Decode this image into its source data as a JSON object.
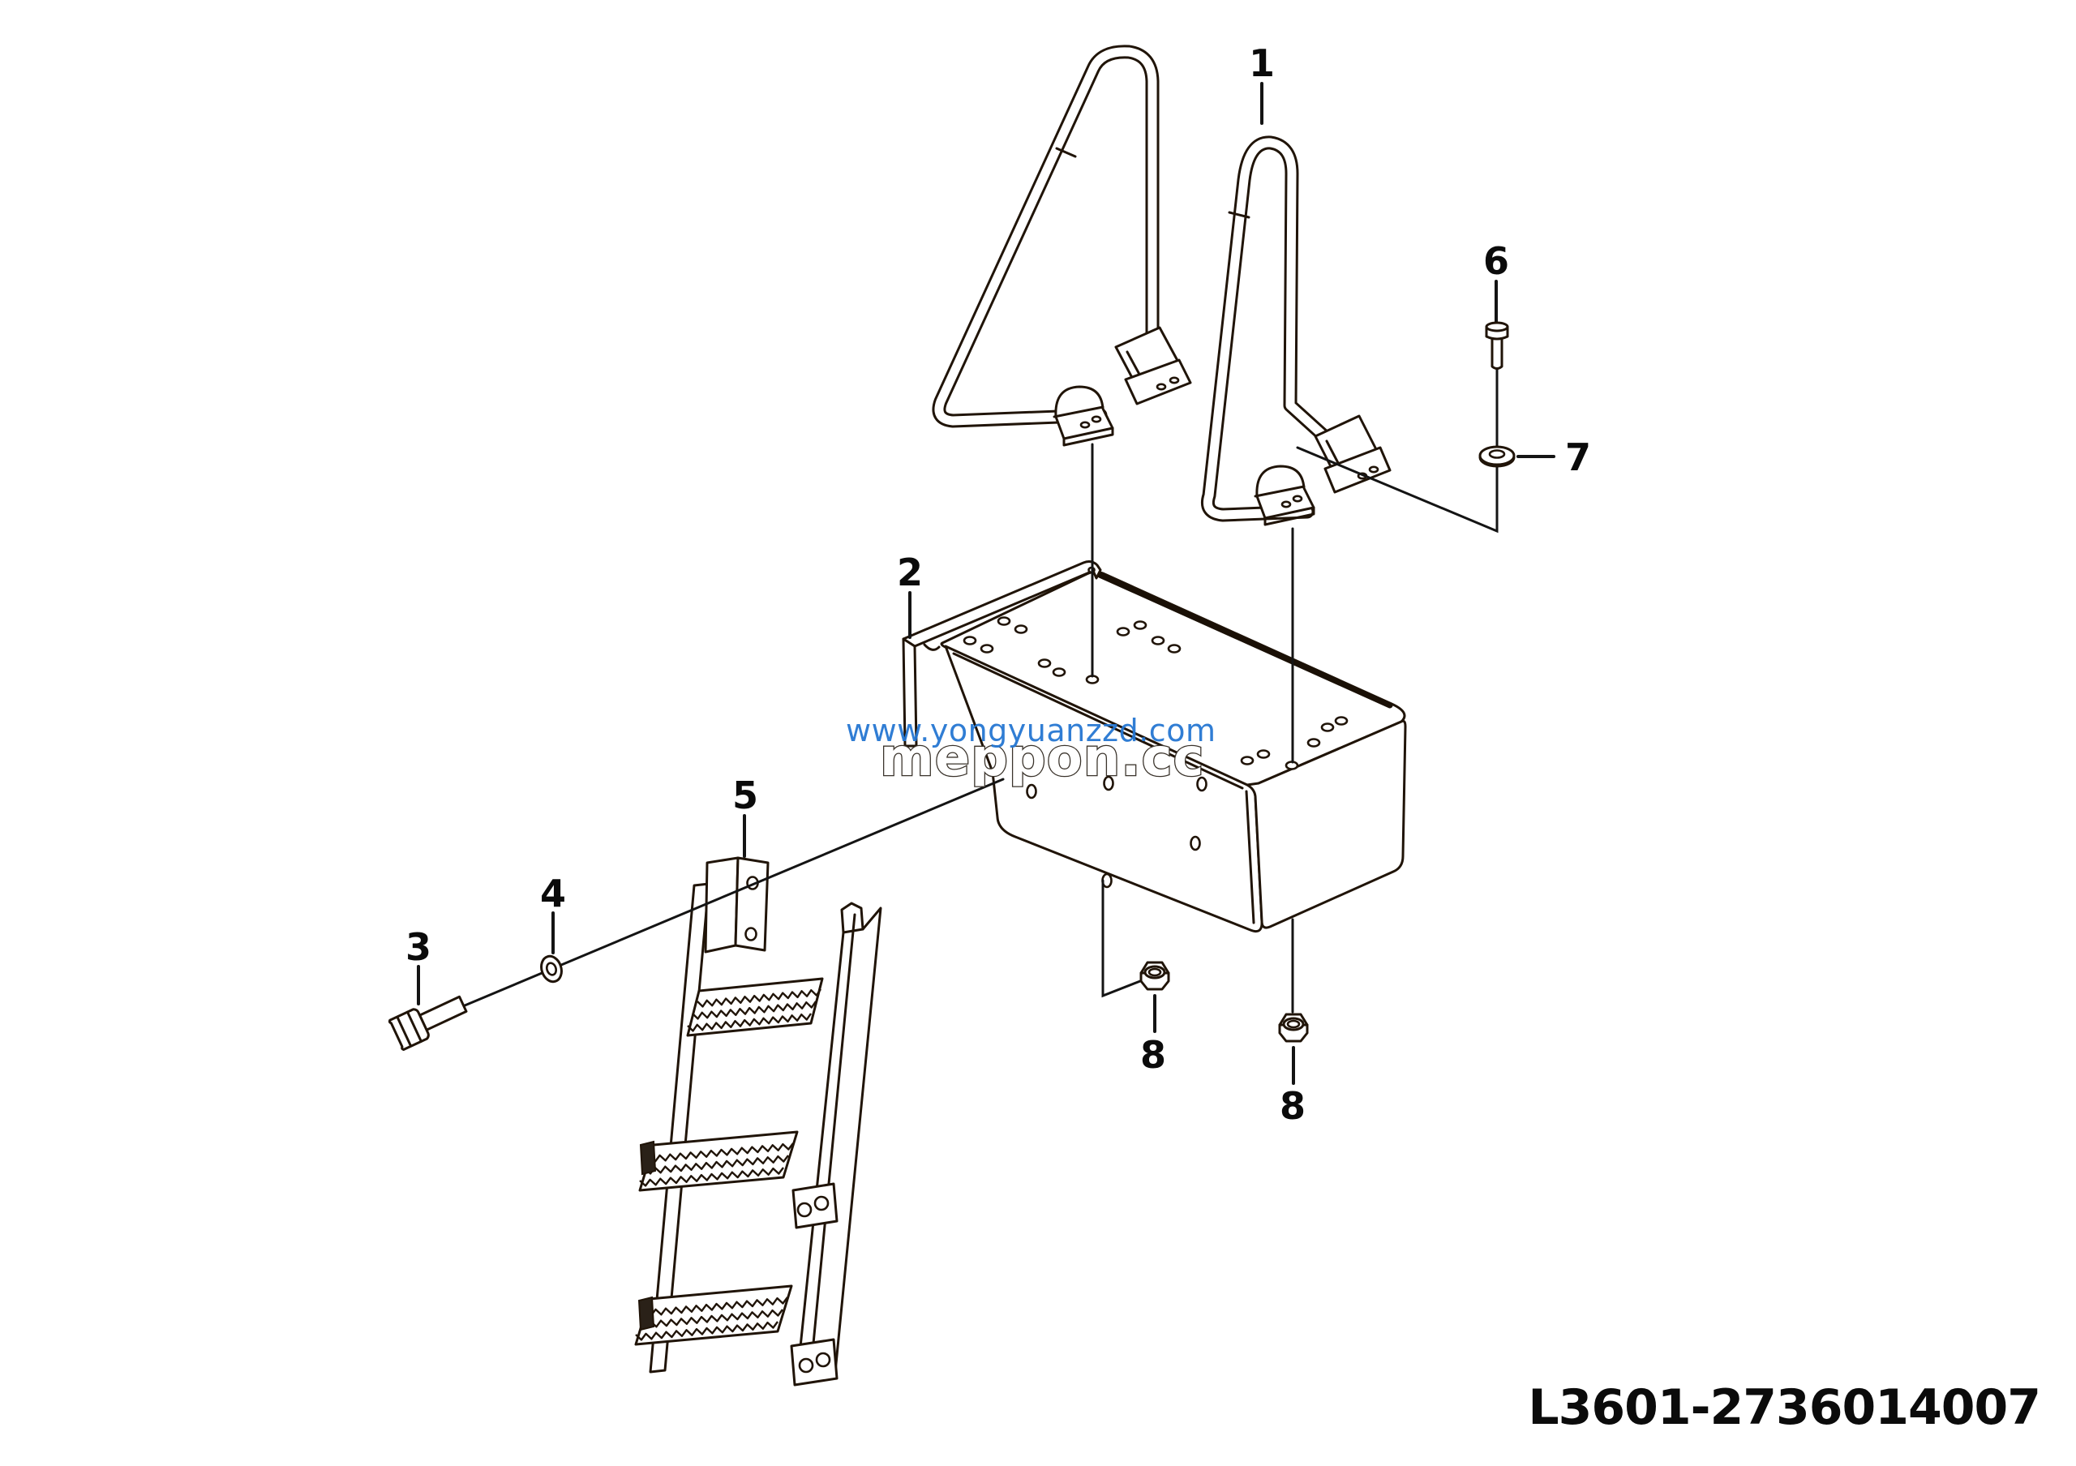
{
  "figure_code": "L3601-2736014007",
  "watermark": {
    "url_text": "www.yongyuanzzd.com",
    "brand_text": "meppon.cc",
    "url_color": "#2577d2"
  },
  "line_color": "#201408",
  "callouts": [
    {
      "label": "1"
    },
    {
      "label": "2"
    },
    {
      "label": "3"
    },
    {
      "label": "4"
    },
    {
      "label": "5"
    },
    {
      "label": "6"
    },
    {
      "label": "7"
    },
    {
      "label": "8"
    },
    {
      "label": "8"
    }
  ]
}
